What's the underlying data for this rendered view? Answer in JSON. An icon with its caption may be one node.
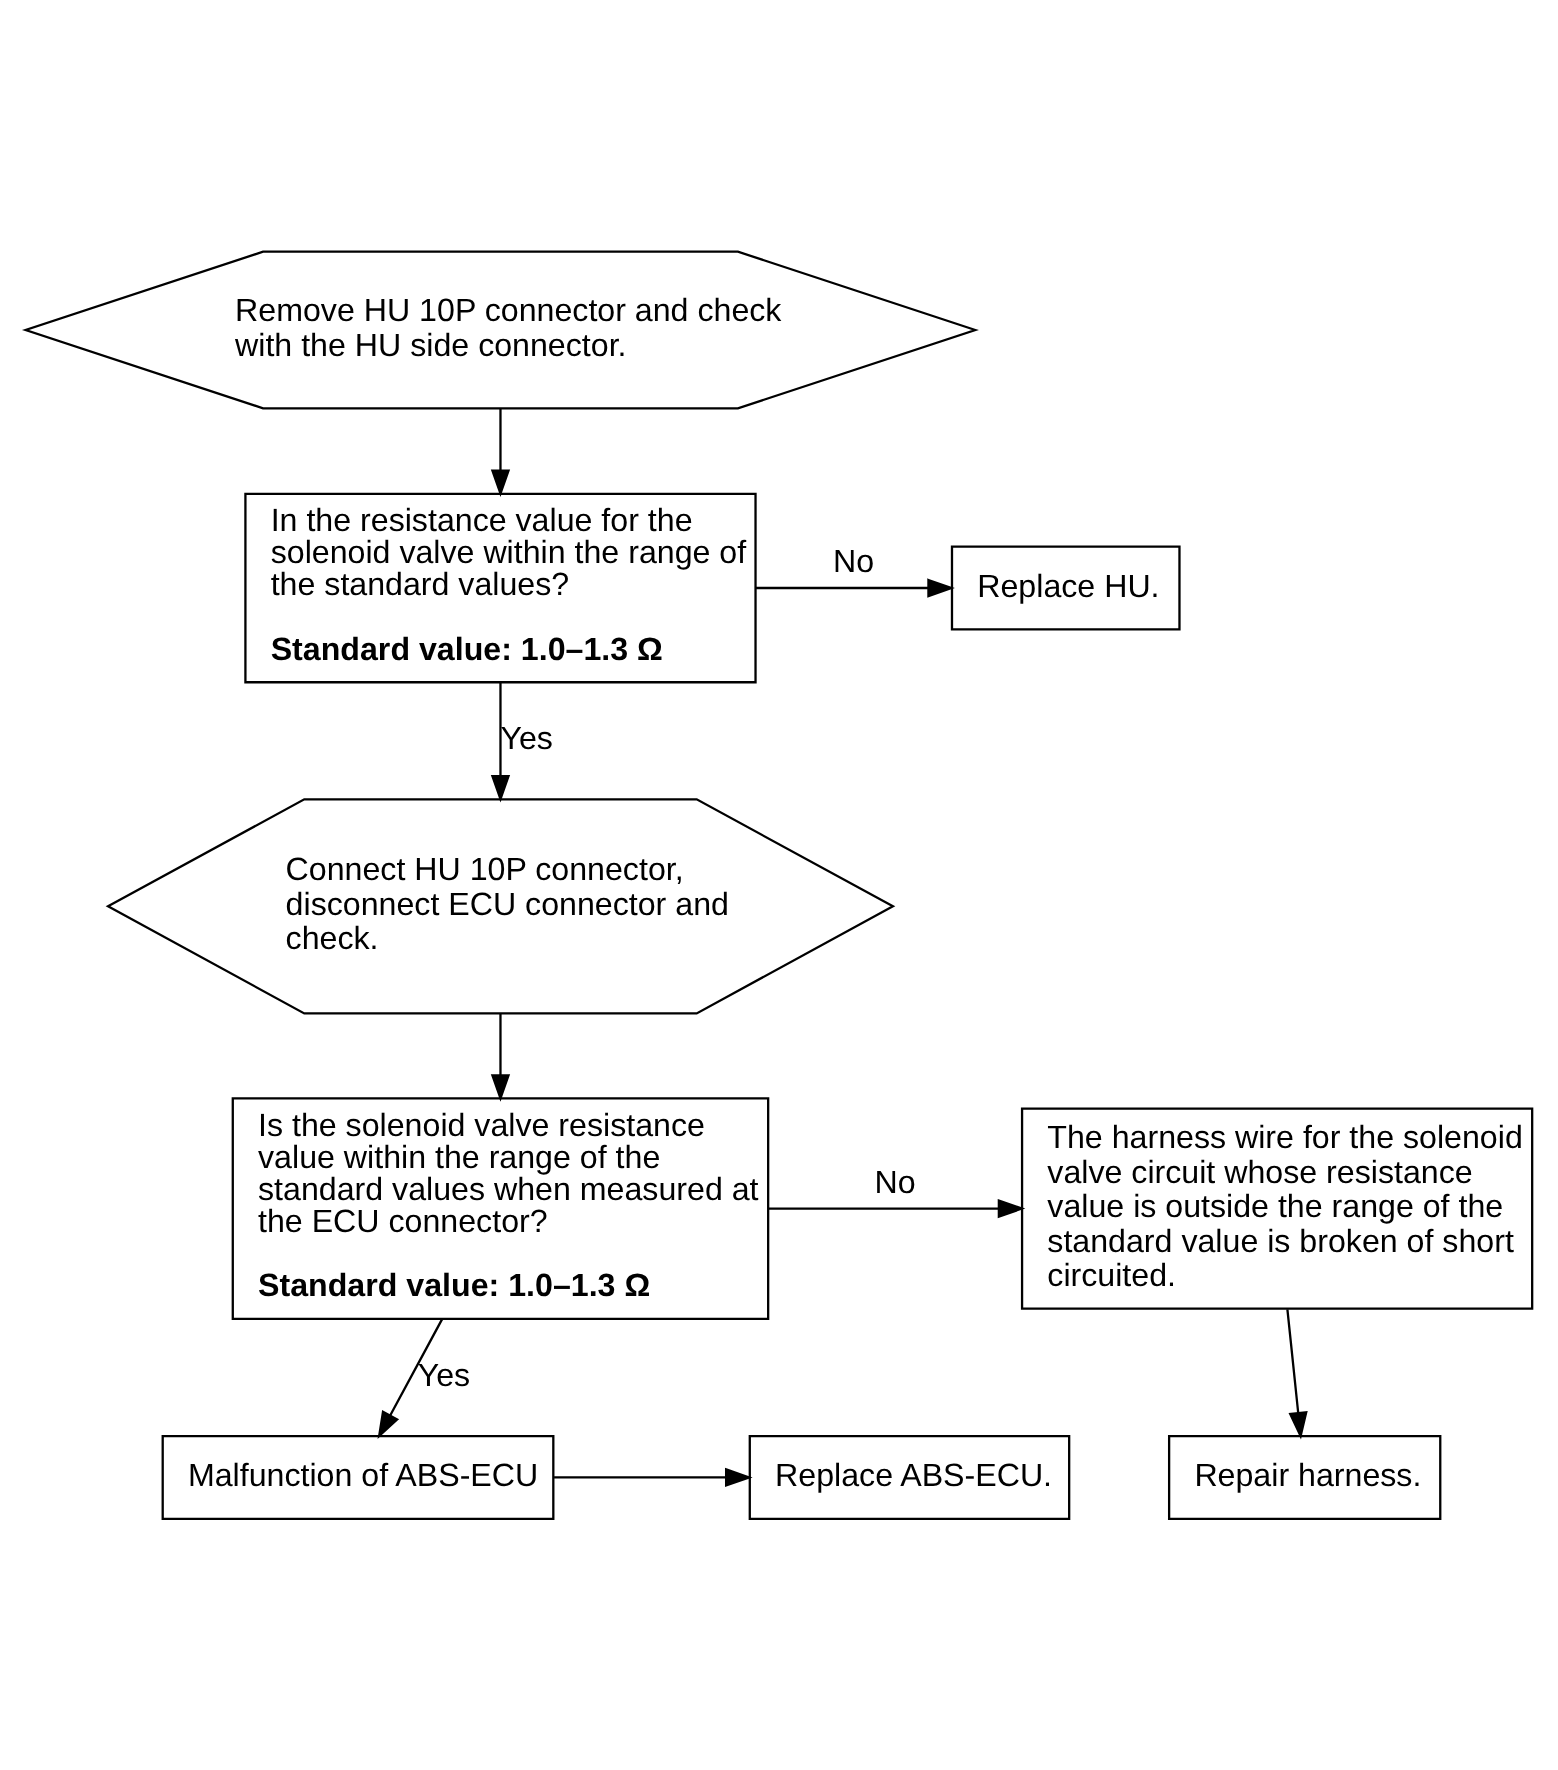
{
  "diagram": {
    "nodes": [
      {
        "text": [
          "Remove HU 10P connector and check with the HU side connector."
        ]
      },
      {
        "text": [
          "In the resistance value for the solenoid valve within the range of the standard values?",
          "Standard value: 1.0–1.3 Ω"
        ]
      },
      {
        "text": [
          "Replace HU."
        ]
      },
      {
        "text": [
          "Connect HU 10P connector, disconnect ECU connector and check."
        ]
      },
      {
        "text": [
          "Is the solenoid valve resistance value within the range of the standard values when measured at the ECU connector?",
          "Standard value: 1.0–1.3 Ω"
        ]
      },
      {
        "text": [
          "The harness wire for the solenoid valve circuit whose resistance value is outside the range of the standard value is broken of short circuited."
        ]
      },
      {
        "text": [
          "Repair harness."
        ]
      },
      {
        "text": [
          "Malfunction of ABS-ECU"
        ]
      },
      {
        "text": [
          "Replace ABS-ECU."
        ]
      }
    ],
    "edges": [
      {
        "from": 0,
        "to": 1,
        "arrow": "to"
      },
      {
        "from": 1,
        "to": 2,
        "arrow": "to",
        "label": "No"
      },
      {
        "from": 1,
        "to": 3,
        "arrow": "to",
        "label": "Yes"
      },
      {
        "from": 3,
        "to": 4,
        "arrow": "to"
      },
      {
        "from": 4,
        "to": 5,
        "arrow": "to",
        "label": "No"
      },
      {
        "from": 5,
        "to": 6,
        "arrow": "to"
      },
      {
        "from": 4,
        "to": 7,
        "arrow": "to",
        "label": "Yes"
      },
      {
        "from": 7,
        "to": 8,
        "arrow": "to"
      }
    ]
  }
}
